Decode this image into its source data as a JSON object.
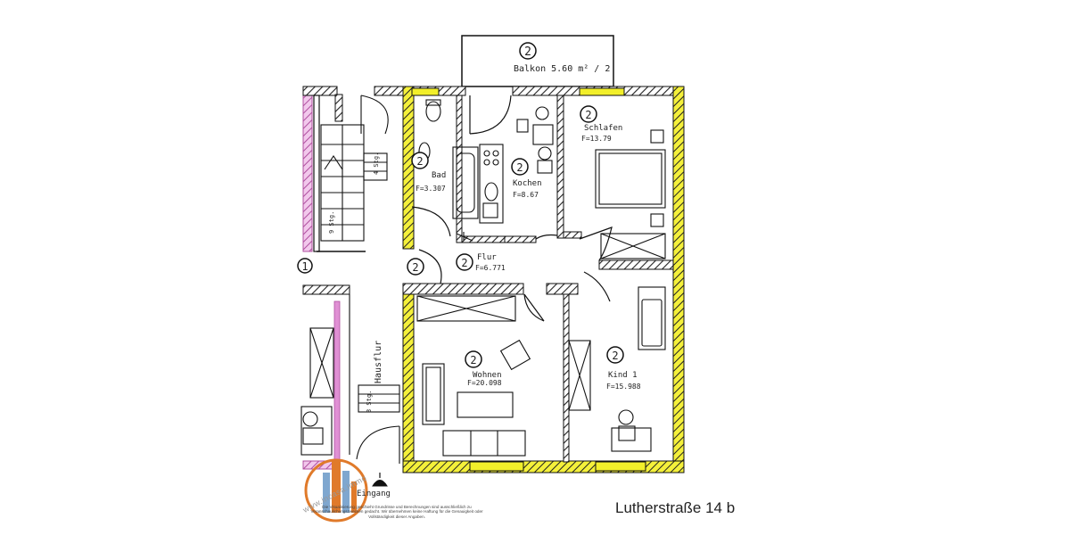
{
  "colors": {
    "wall_line": "#111111",
    "wall_highlight": "#f4f03a",
    "window_highlight": "#f2ef2a",
    "neighbor_wall": "#e090d4",
    "logo_orange": "#e07a2a",
    "logo_blue": "#7fa7cf"
  },
  "rooms": {
    "balkon": {
      "number": "2",
      "label": "Balkon 5.60 m² / 2"
    },
    "schlafen": {
      "number": "2",
      "name": "Schlafen",
      "area": "F=13.79"
    },
    "bad": {
      "number": "2",
      "name": "Bad",
      "area": "F=3.307"
    },
    "kochen": {
      "number": "2",
      "name": "Kochen",
      "area": "F=8.67"
    },
    "flur": {
      "number": "2",
      "name": "Flur",
      "area": "F=6.771"
    },
    "flur_door_number": "2",
    "wohnen": {
      "number": "2",
      "name": "Wohnen",
      "area": "F=20.098"
    },
    "kind1": {
      "number": "2",
      "name": "Kind 1",
      "area": "F=15.988"
    },
    "neighbor_number": "1"
  },
  "stair_labels": {
    "upper_a": "4 Stg.",
    "upper_b": "9 Stg.",
    "lower": "3 Stg."
  },
  "hausflur": "Hausflur",
  "entrance_label": "Eingang",
  "address": "Lutherstraße 14 b",
  "disclaimer": "Die Visualisierung geschieht Grundrisse und Berechnungen sind ausschließlich zu Veranschaulichungszwecken gedacht. Wir übernehmen keine Haftung für die Genauigkeit oder Vollständigkeit dieser Angaben.",
  "watermark": "www.incasa.immo"
}
